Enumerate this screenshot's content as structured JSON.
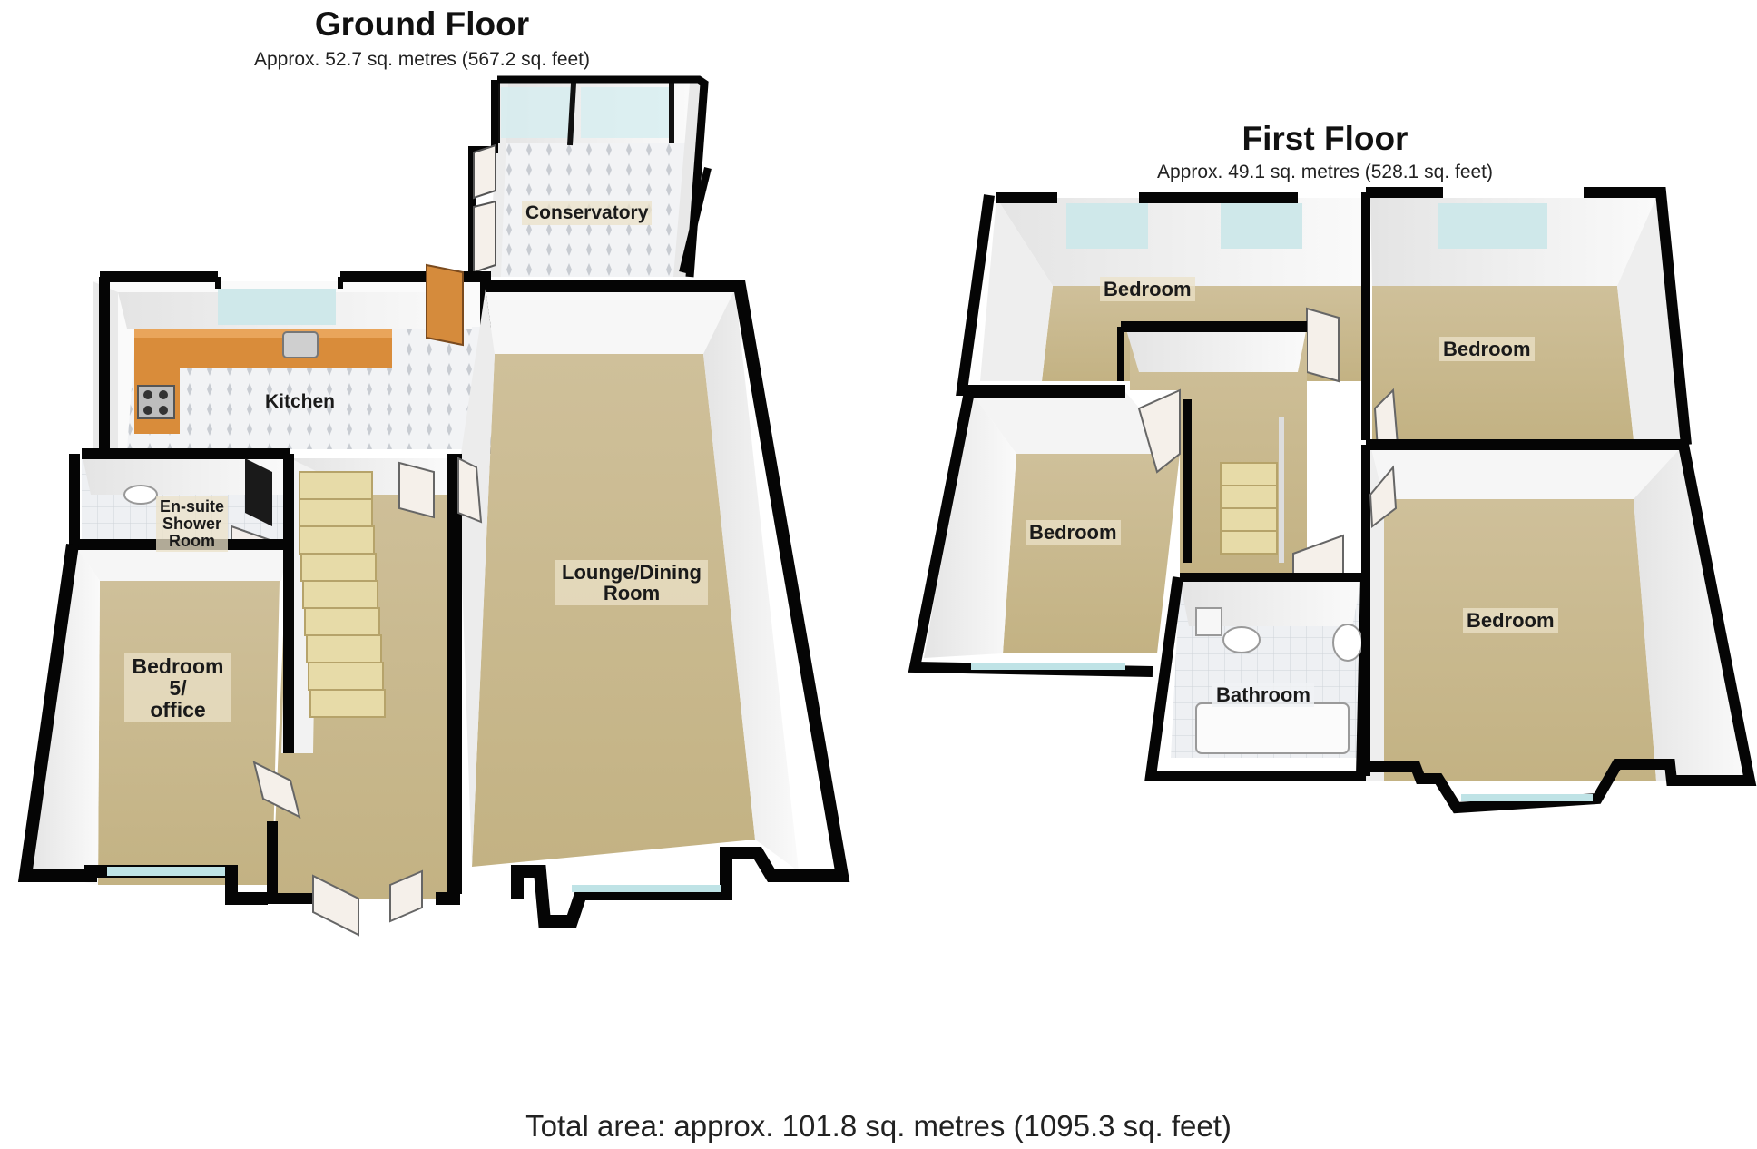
{
  "ground_floor": {
    "title": "Ground Floor",
    "area": "Approx. 52.7 sq. metres (567.2 sq. feet)",
    "rooms": {
      "conservatory": "Conservatory",
      "kitchen": "Kitchen",
      "ensuite_l1": "En-suite",
      "ensuite_l2": "Shower",
      "ensuite_l3": "Room",
      "bedroom5_l1": "Bedroom",
      "bedroom5_l2": "5/",
      "bedroom5_l3": "office",
      "lounge_l1": "Lounge/Dining",
      "lounge_l2": "Room"
    }
  },
  "first_floor": {
    "title": "First Floor",
    "area": "Approx. 49.1 sq. metres (528.1 sq. feet)",
    "rooms": {
      "bedroom_top_left": "Bedroom",
      "bedroom_top_right": "Bedroom",
      "bedroom_left": "Bedroom",
      "bedroom_right": "Bedroom",
      "bathroom": "Bathroom"
    }
  },
  "total_area": "Total area: approx. 101.8 sq. metres (1095.3 sq. feet)",
  "colors": {
    "wall": "#050505",
    "carpet": "#c9b98d",
    "wall_face": "#f3f3f3",
    "tile": "#eef0f2",
    "worktop": "#d98c3a",
    "window": "#bfe3e6",
    "door": "#f7f0ea",
    "stairs": "#e6d9a8"
  }
}
